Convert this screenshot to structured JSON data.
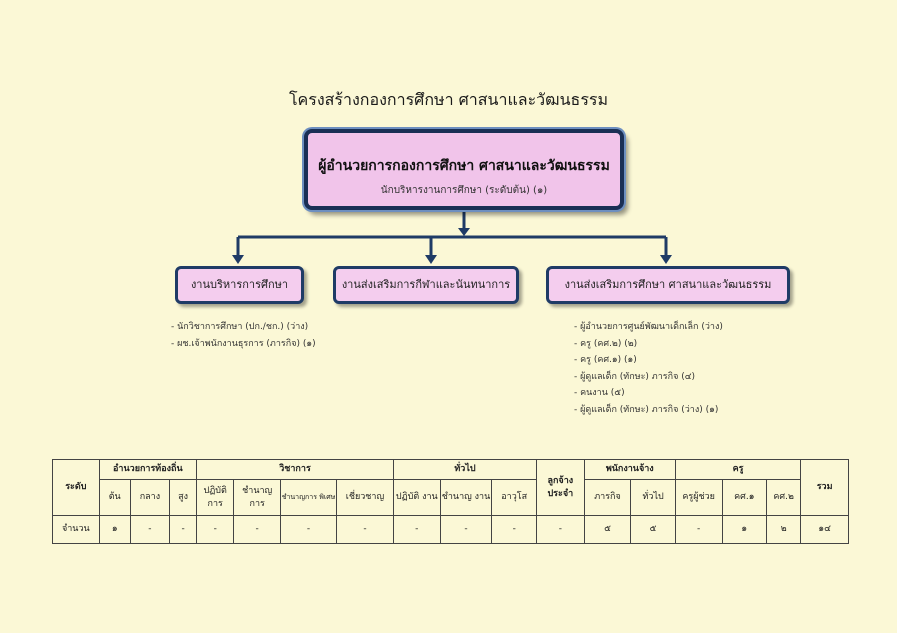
{
  "title": "โครงสร้างกองการศึกษา ศาสนาและวัฒนธรรม",
  "head": {
    "title": "ผู้อำนวยการกองการศึกษา  ศาสนาและวัฒนธรรม",
    "subtitle": "นักบริหารงานการศึกษา (ระดับต้น) (๑)"
  },
  "units": [
    {
      "label": "งานบริหารการศึกษา",
      "items": [
        "- นักวิชาการศึกษา (ปก./ชก.) (ว่าง)",
        "- ผช.เจ้าพนักงานธุรการ (ภารกิจ) (๑)"
      ]
    },
    {
      "label": "งานส่งเสริมการกีฬาและนันทนาการ",
      "items": []
    },
    {
      "label": "งานส่งเสริมการศึกษา ศาสนาและวัฒนธรรม",
      "items": [
        "-  ผู้อำนวยการศูนย์พัฒนาเด็กเล็ก  (ว่าง)",
        "-  ครู (คศ.๒) (๒)",
        "-  ครู (คศ.๑) (๑)",
        "-  ผู้ดูแลเด็ก (ทักษะ) ภารกิจ (๔)",
        "-  คนงาน  (๕)",
        "-  ผู้ดูแลเด็ก (ทักษะ) ภารกิจ (ว่าง) (๑)"
      ]
    }
  ],
  "table": {
    "level": "ระดับ",
    "groups": {
      "local": "อำนวยการท้องถิ่น",
      "academic": "วิชาการ",
      "general": "ทั่วไป",
      "employee": "ลูกจ้าง ประจำ",
      "staff": "พนักงานจ้าง",
      "teacher": "ครู",
      "total": "รวม"
    },
    "subheaders": [
      "ต้น",
      "กลาง",
      "สูง",
      "ปฏิบัติ การ",
      "ชำนาญ การ",
      "ชำนาญการ พิเศษ",
      "เชี่ยวชาญ",
      "ปฏิบัติ งาน",
      "ชำนาญ งาน",
      "อาวุโส",
      "ภารกิจ",
      "ทั่วไป",
      "ครูผู้ช่วย",
      "คศ.๑",
      "คศ.๒"
    ],
    "row_label": "จำนวน",
    "values": [
      "๑",
      "-",
      "-",
      "-",
      "-",
      "-",
      "-",
      "-",
      "-",
      "-",
      "-",
      "๕",
      "๕",
      "-",
      "๑",
      "๒",
      "๑๔"
    ]
  },
  "colors": {
    "box_fill": "#f1c4ea",
    "border": "#1f3b66",
    "background": "#fbf8d6"
  }
}
